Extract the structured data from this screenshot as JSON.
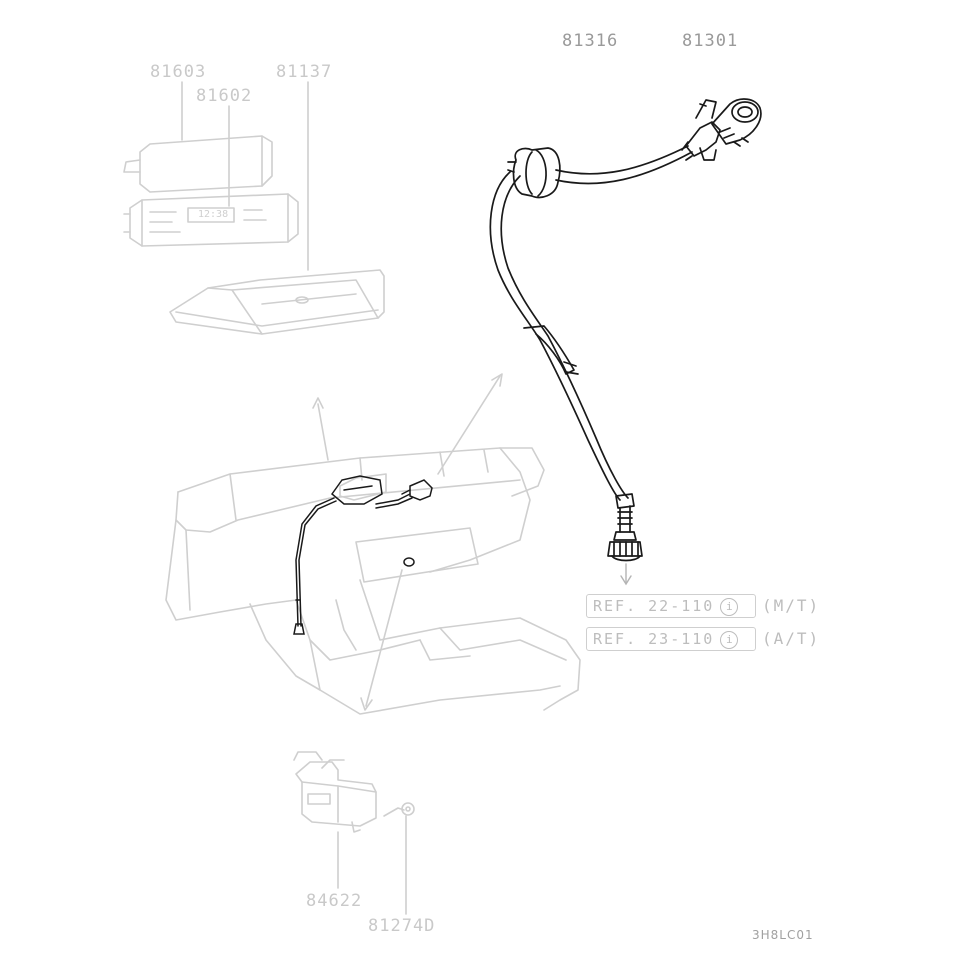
{
  "part_numbers": {
    "p81603": "81603",
    "p81602": "81602",
    "p81137": "81137",
    "p81316": "81316",
    "p81301": "81301",
    "p84622": "84622",
    "p81274d": "81274D"
  },
  "clock_display": "12:38",
  "references": [
    {
      "ref": "REF. 22-110",
      "info": "i",
      "suffix": "(M/T)"
    },
    {
      "ref": "REF. 23-110",
      "info": "i",
      "suffix": "(A/T)"
    }
  ],
  "diagram_code": "3H8LC01",
  "colors": {
    "ghost_line": "#cfcfcf",
    "dark_line": "#1a1a1a",
    "label_ghost": "#c9c9c9",
    "label_dark": "#9a9a9a"
  }
}
